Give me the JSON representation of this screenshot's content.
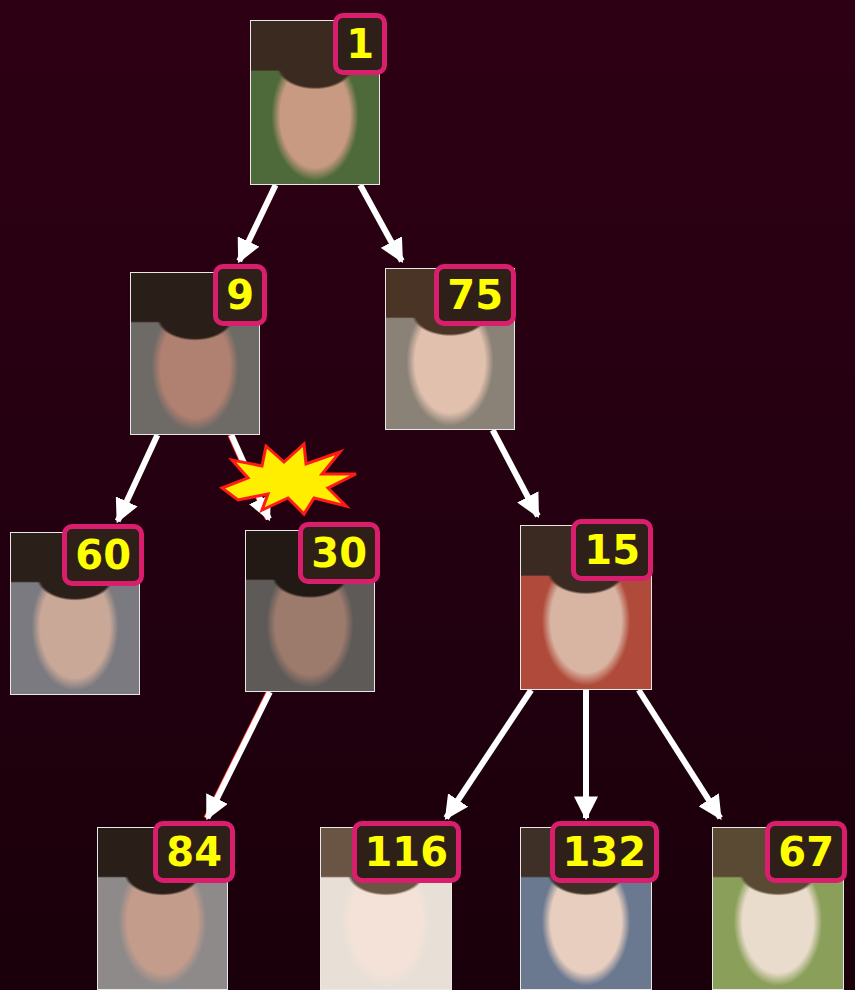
{
  "diagram": {
    "nodes": [
      {
        "text": [
          "1"
        ]
      },
      {
        "text": [
          "9"
        ]
      },
      {
        "text": [
          "75"
        ]
      },
      {
        "text": [
          "60"
        ]
      },
      {
        "text": [
          "30"
        ]
      },
      {
        "text": [
          "15"
        ]
      },
      {
        "text": [
          "84"
        ]
      },
      {
        "text": [
          "116"
        ]
      },
      {
        "text": [
          "132"
        ]
      },
      {
        "text": [
          "67"
        ]
      }
    ],
    "edges": [
      {
        "from": 0,
        "to": 1,
        "arrow": "to"
      },
      {
        "from": 0,
        "to": 2,
        "arrow": "to"
      },
      {
        "from": 1,
        "to": 3,
        "arrow": "to"
      },
      {
        "from": 1,
        "to": 4,
        "arrow": "to"
      },
      {
        "from": 2,
        "to": 5,
        "arrow": "to"
      },
      {
        "from": 4,
        "to": 6,
        "arrow": "to"
      },
      {
        "from": 5,
        "to": 7,
        "arrow": "to"
      },
      {
        "from": 5,
        "to": 8,
        "arrow": "to"
      },
      {
        "from": 5,
        "to": 9,
        "arrow": "to"
      }
    ]
  }
}
